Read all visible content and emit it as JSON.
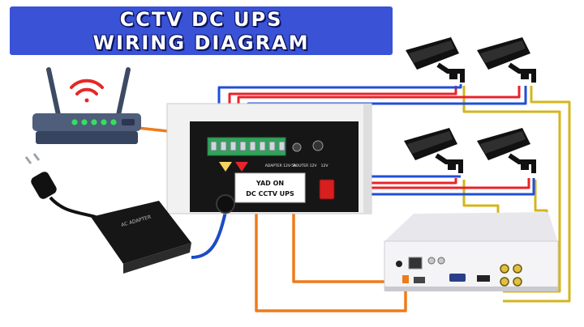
{
  "title": {
    "line1": "CCTV DC UPS",
    "line2": "WIRING DIAGRAM"
  },
  "ups": {
    "label_line1": "YAD ON",
    "label_line2": "DC CCTV UPS",
    "port_labels": [
      "ADAPTER 12V-5A",
      "ROUTER 12V",
      "12V"
    ]
  },
  "adapter": {
    "label": "AC ADAPTER"
  },
  "router": {
    "icon": "wifi-router-icon"
  },
  "cameras": [
    {
      "name": "camera-1"
    },
    {
      "name": "camera-2"
    },
    {
      "name": "camera-3"
    },
    {
      "name": "camera-4"
    }
  ],
  "wire_colors": {
    "red": "#e8232a",
    "blue": "#1f4fd8",
    "yellow": "#d4b51f",
    "orange": "#ee7b1b",
    "power_blue": "#1c4bc5"
  }
}
